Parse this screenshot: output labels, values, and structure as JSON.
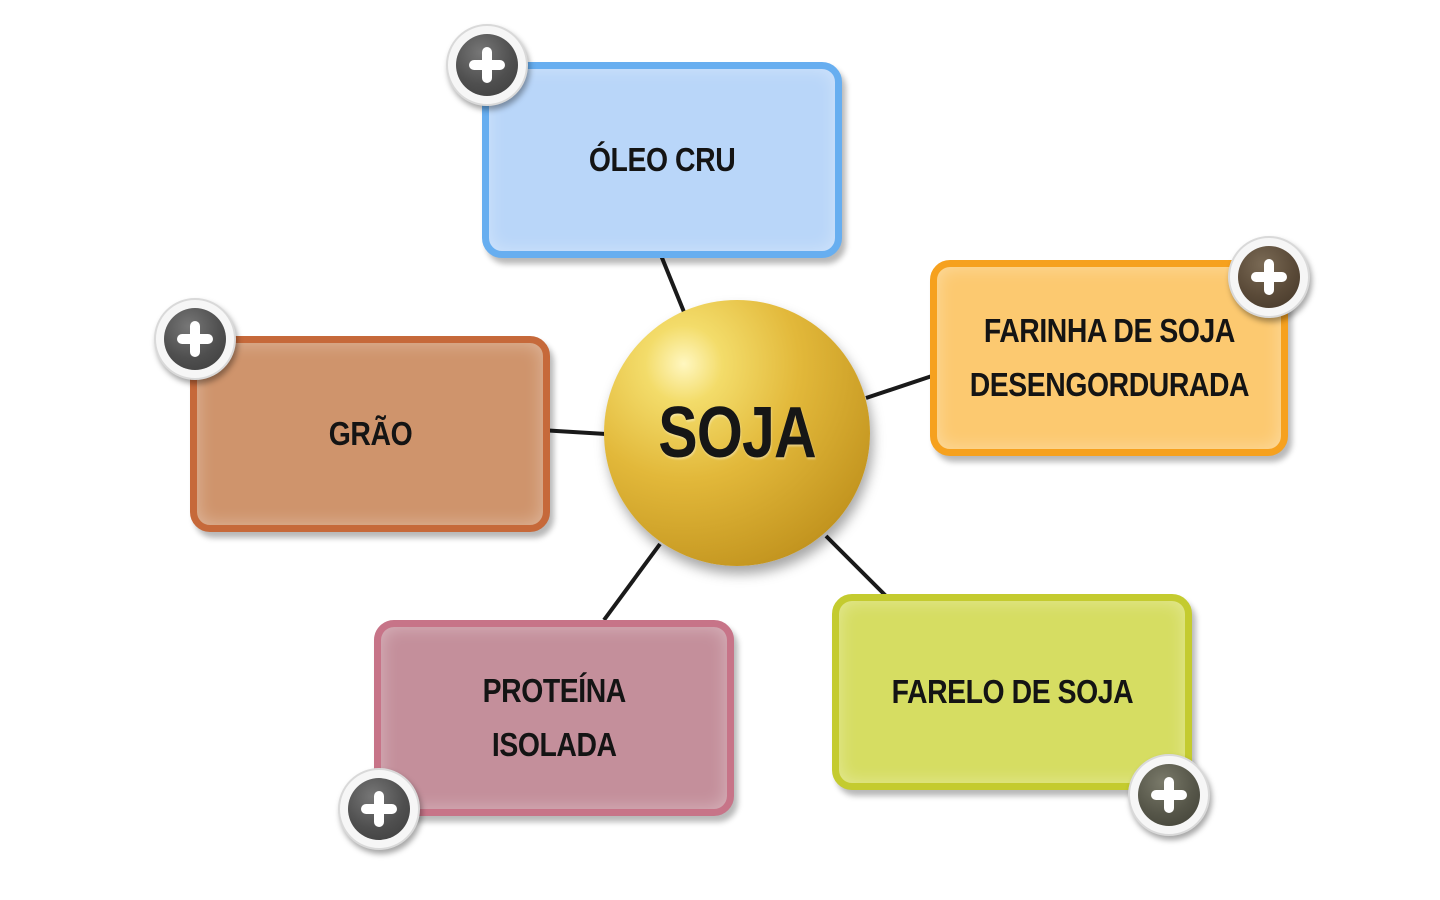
{
  "center": {
    "label": "SOJA"
  },
  "nodes": [
    {
      "id": "oleo-cru",
      "label": "ÓLEO CRU",
      "fill": "#b9d6f9",
      "border": "#67aef0"
    },
    {
      "id": "farinha",
      "label": "FARINHA DE SOJA\nDESENGORDURADA",
      "fill": "#fcc970",
      "border": "#f6a11e"
    },
    {
      "id": "grao",
      "label": "GRÃO",
      "fill": "#cf946c",
      "border": "#c6693a"
    },
    {
      "id": "proteina",
      "label": "PROTEÍNA\nISOLADA",
      "fill": "#c48f9b",
      "border": "#c77488"
    },
    {
      "id": "farelo",
      "label": "FARELO DE SOJA",
      "fill": "#d6dd62",
      "border": "#c4cb2f"
    }
  ],
  "expand_icon": "plus-circle-icon",
  "connector_color": "#1a1a1a"
}
